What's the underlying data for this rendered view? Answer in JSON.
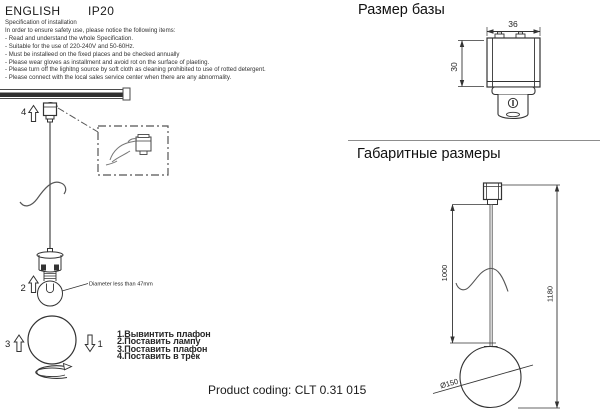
{
  "header": {
    "language": "ENGLISH",
    "ip_rating": "IP20"
  },
  "specification": {
    "title": "Specification of installation",
    "intro": "In order to ensure safety use, please notice the following items:",
    "items": [
      "- Read and understand the whole Specification.",
      "- Suitable for the use of 220-240V and 50-60Hz.",
      "- Must be installeed on the fixed places and be checked annually",
      "- Please wear gloves as installment and avoid rot on the surface of plaeting.",
      "- Please turn off the lighitng source by soft cloth as cleaning prohibited to use of rotted detergent.",
      "- Please connect with the local sales service center when there are any abnormality."
    ]
  },
  "installation_diagram": {
    "step4_label": "4",
    "step2_label": "2",
    "step3_label": "3",
    "step1_label": "1",
    "bulb_note": "Diameter less than 47mm"
  },
  "steps_ru": [
    "1.Вывинтить плафон",
    "2.Поставить лампу",
    "3.Поставить плафон",
    "4.Поставить в трек"
  ],
  "base_size": {
    "title": "Размер базы",
    "width_mm": "36",
    "height_mm": "30"
  },
  "overall_size": {
    "title": "Габаритные размеры",
    "cable_mm": "1000",
    "total_mm": "1180",
    "diameter": "Ø150"
  },
  "footer": {
    "product_coding": "Product coding: CLT 0.31 015"
  }
}
